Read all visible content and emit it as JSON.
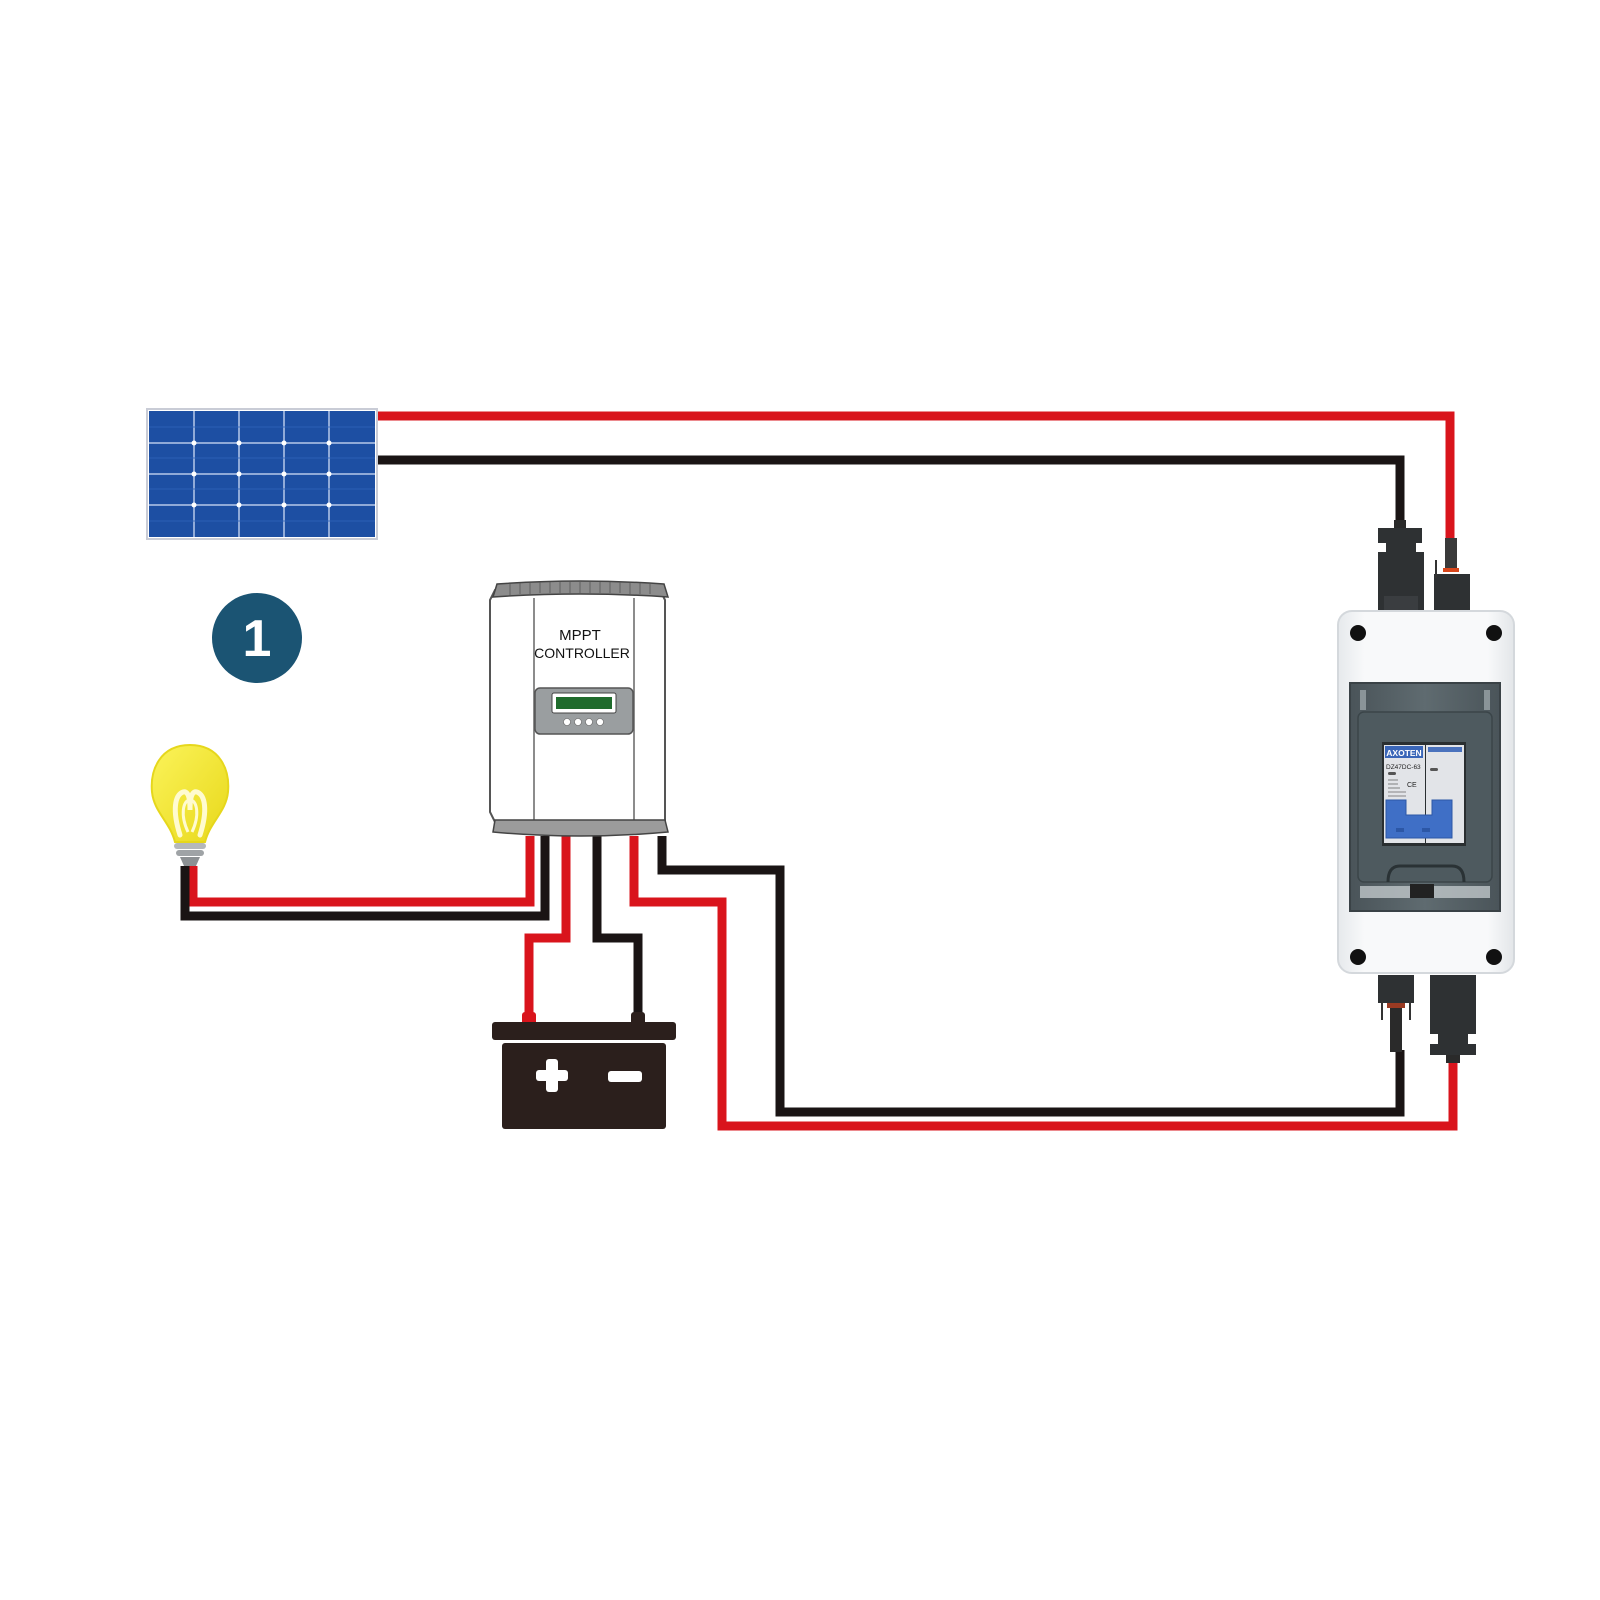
{
  "diagram": {
    "title": "Solar PV wiring with MPPT controller and DC breaker box",
    "step_badge": {
      "label": "1",
      "color": "#1b5473"
    },
    "colors": {
      "positive_wire": "#d9141c",
      "negative_wire": "#1a1414",
      "solar_panel": "#1d4fa3",
      "bulb": "#f2e628",
      "battery": "#2b1f1c",
      "breaker_handle": "#3f6fc6"
    },
    "components": {
      "solar_panel": {
        "name": "Solar panel",
        "grid_rows": 4,
        "grid_cols": 5
      },
      "controller": {
        "line1": "MPPT",
        "line2": "CONTROLLER",
        "buttons": 4
      },
      "load": {
        "name": "Light bulb"
      },
      "battery": {
        "positive_symbol": "+",
        "negative_symbol": "−"
      },
      "breaker_box": {
        "brand": "AXOTEN",
        "model": "DZ47DC-63",
        "mark": "CE"
      }
    },
    "connections": [
      {
        "from": "solar_panel+",
        "to": "breaker_box_top+",
        "polarity": "positive"
      },
      {
        "from": "solar_panel-",
        "to": "breaker_box_top-",
        "polarity": "negative"
      },
      {
        "from": "breaker_box_bottom+",
        "to": "controller_pv+",
        "polarity": "positive"
      },
      {
        "from": "breaker_box_bottom-",
        "to": "controller_pv-",
        "polarity": "negative"
      },
      {
        "from": "controller_bat+",
        "to": "battery+",
        "polarity": "positive"
      },
      {
        "from": "controller_bat-",
        "to": "battery-",
        "polarity": "negative"
      },
      {
        "from": "controller_load+",
        "to": "bulb+",
        "polarity": "positive"
      },
      {
        "from": "controller_load-",
        "to": "bulb-",
        "polarity": "negative"
      }
    ]
  }
}
